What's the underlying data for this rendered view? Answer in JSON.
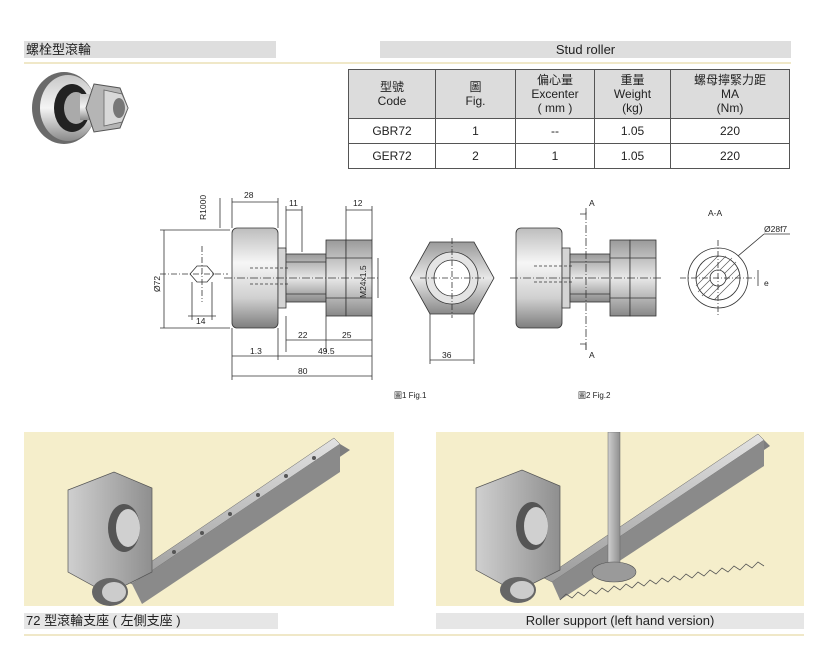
{
  "header": {
    "title_zh": "螺栓型滾輪",
    "title_en": "Stud roller"
  },
  "spec_table": {
    "columns": [
      {
        "zh": "型號",
        "en": "Code"
      },
      {
        "zh": "圖",
        "en": "Fig."
      },
      {
        "zh": "偏心量",
        "en": "Excenter",
        "unit": "( mm )"
      },
      {
        "zh": "重量",
        "en": "Weight",
        "unit": "(kg)"
      },
      {
        "zh": "螺母擰緊力距",
        "en": "MA",
        "unit": "(Nm)"
      }
    ],
    "rows": [
      [
        "GBR72",
        "1",
        "--",
        "1.05",
        "220"
      ],
      [
        "GER72",
        "2",
        "1",
        "1.05",
        "220"
      ]
    ]
  },
  "drawing": {
    "dims": {
      "r1000": "R1000",
      "d28": "28",
      "d11": "11",
      "d12": "12",
      "d72": "Ø72",
      "m24": "M24x1.5",
      "d14": "14",
      "d22": "22",
      "d25": "25",
      "d13": "1.3",
      "d495": "49.5",
      "d80": "80",
      "d36": "36",
      "sec_a": "A",
      "sec_aa": "A-A",
      "d28f7": "Ø28f7",
      "e": "e"
    },
    "fig1_caption": "圖1 Fig.1",
    "fig2_caption": "圖2 Fig.2"
  },
  "captions": {
    "left": "72 型滾輪支座 ( 左側支座 )",
    "right": "Roller support (left hand version)"
  },
  "colors": {
    "panel_bg": "#f5eecb",
    "header_bg": "#dedede"
  }
}
